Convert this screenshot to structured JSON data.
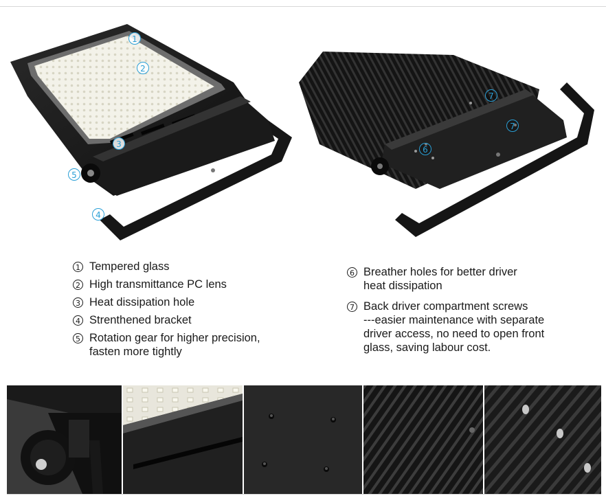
{
  "callouts": {
    "c1": "1",
    "c2": "2",
    "c3": "3",
    "c4": "4",
    "c5": "5",
    "c6": "6",
    "c7a": "7",
    "c7b": "7"
  },
  "legend_left": [
    {
      "num": "1",
      "line1": "Tempered glass",
      "line2": ""
    },
    {
      "num": "2",
      "line1": "High transmittance PC lens",
      "line2": ""
    },
    {
      "num": "3",
      "line1": "Heat dissipation hole",
      "line2": ""
    },
    {
      "num": "4",
      "line1": "Strenthened bracket",
      "line2": ""
    },
    {
      "num": "5",
      "line1": "Rotation gear for higher precision,",
      "line2": "fasten more tightly"
    }
  ],
  "legend_right": [
    {
      "num": "6",
      "line1": "Breather holes for better driver",
      "line2": "heat dissipation"
    },
    {
      "num": "7",
      "line1": "Back driver compartment screws",
      "line2": "---easier maintenance with separate",
      "line3": "driver access, no need to open front",
      "line4": "glass, saving labour cost."
    }
  ],
  "colors": {
    "accent": "#2a9fd6",
    "body_dark": "#1c1c1c",
    "led_panel": "#efefe6"
  }
}
